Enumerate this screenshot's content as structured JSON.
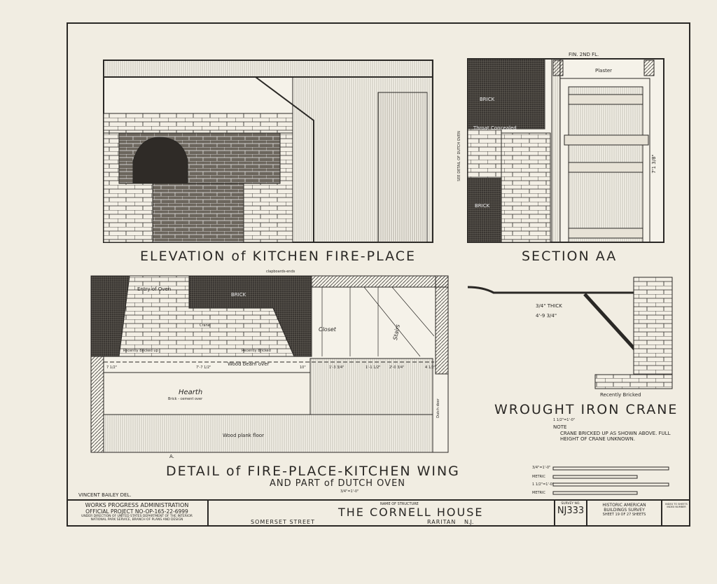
{
  "drawings": {
    "elevation": {
      "title": "ELEVATION of KITCHEN FIRE-PLACE"
    },
    "section": {
      "title": "SECTION AA",
      "labels": {
        "brick_upper": "BRICK",
        "brick_lower": "BRICK",
        "throat": "Throat Concealed",
        "see_detail": "SEE DETAIL OF DUTCH OVEN",
        "plaster": "Plaster",
        "height": "7'1 3/8\"",
        "finish": "FIN. 2ND FL."
      }
    },
    "detail": {
      "title": "DETAIL of FIRE-PLACE-KITCHEN WING",
      "subtitle": "AND PART of DUTCH OVEN",
      "scale": "3/4\"=1'-0\"",
      "labels": {
        "entry": "Entry of Oven",
        "brick": "BRICK",
        "crane": "Crane",
        "closet": "Closet",
        "stairs": "Stairs",
        "beam": "Wood beam over",
        "hearth": "Hearth",
        "hearth_sub": "Brick - cement over",
        "floor": "Wood plank floor",
        "clapboards": "clapboards-ends",
        "recently_left": "Recently Bricked up",
        "recently_right": "Recently Bricked",
        "dutch_door": "Dutch door",
        "section_mark": "A.",
        "dims": [
          "7 1/2\"",
          "7'-7 1/2\"",
          "10\"",
          "1'-3 3/4\"",
          "1'-1 1/2\"",
          "2'-0 3/4\"",
          "4 1/2\""
        ]
      }
    },
    "crane": {
      "title": "WROUGHT IRON CRANE",
      "scale": "1 1/2\"=1'-0\"",
      "recently": "Recently Bricked",
      "thick": "3/4\" THICK",
      "length": "4'-9 3/4\"",
      "note_label": "NOTE",
      "note_text": "CRANE BRICKED UP AS SHOWN ABOVE. FULL HEIGHT OF CRANE UNKNOWN."
    },
    "scales": {
      "imperial_1": "3/4\"=1'-0\"",
      "metric_1": "METRIC",
      "imperial_2": "1 1/2\"=1'-0\"",
      "metric_2": "METRIC"
    },
    "delineator": "VINCENT BAILEY DEL.",
    "title_block": {
      "agency_line1": "WORKS PROGRESS ADMINISTRATION",
      "agency_line2": "OFFICIAL PROJECT NO-OP-165-22-6999",
      "agency_line3": "UNDER DIRECTION OF UNITED STATES DEPARTMENT OF THE INTERIOR",
      "agency_line4": "NATIONAL PARK SERVICE, BRANCH OF PLANS AND DESIGN",
      "name_label": "NAME OF STRUCTURE",
      "structure_name": "THE CORNELL HOUSE",
      "street": "SOMERSET STREET",
      "town": "RARITAN",
      "state": "N.J.",
      "survey_label": "SURVEY NO.",
      "survey_no": "NJ333",
      "habs_line1": "HISTORIC AMERICAN",
      "habs_line2": "BUILDINGS SURVEY",
      "sheet": "SHEET 19 OF 27 SHEETS",
      "index_line1": "INDEX TO SHEETS",
      "index_line2": "INDEX NUMBER"
    },
    "colors": {
      "paper": "#f1ede2",
      "ink": "#2a2825"
    }
  }
}
